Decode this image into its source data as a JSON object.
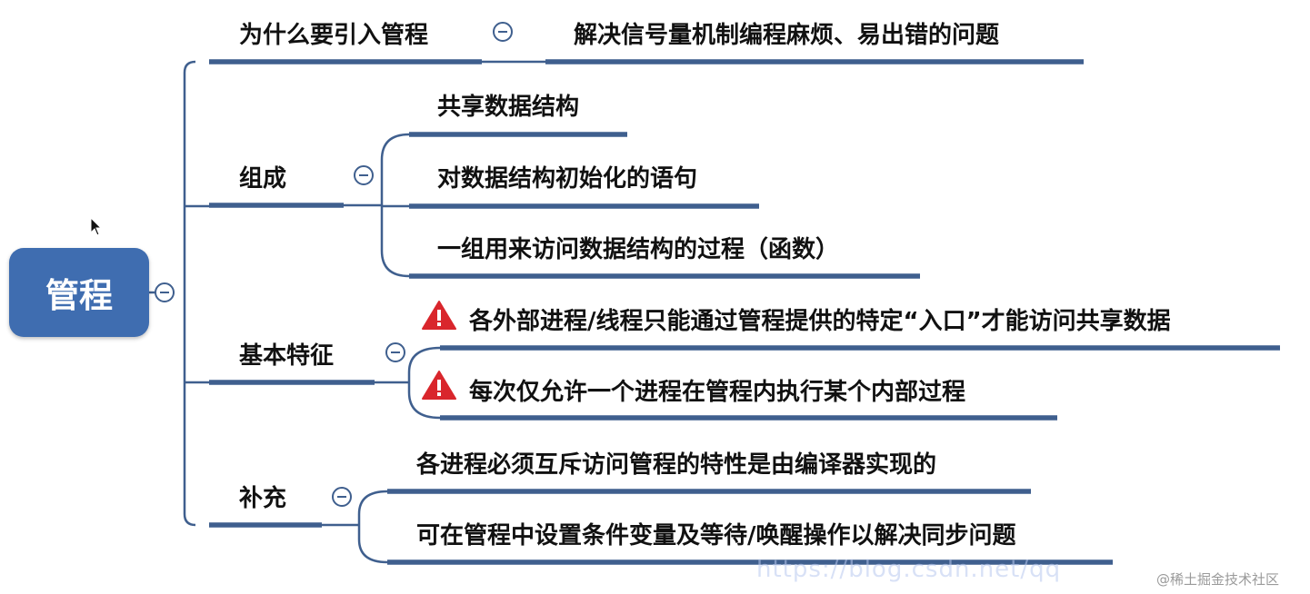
{
  "root": {
    "label": "管程"
  },
  "branches": [
    {
      "label": "为什么要引入管程",
      "children": [
        {
          "text": "解决信号量机制编程麻烦、易出错的问题"
        }
      ]
    },
    {
      "label": "组成",
      "children": [
        {
          "text": "共享数据结构"
        },
        {
          "text": "对数据结构初始化的语句"
        },
        {
          "text": "一组用来访问数据结构的过程（函数）"
        }
      ]
    },
    {
      "label": "基本特征",
      "children": [
        {
          "text": "各外部进程/线程只能通过管程提供的特定“入口”才能访问共享数据",
          "icon": "warning-icon"
        },
        {
          "text": "每次仅允许一个进程在管程内执行某个内部过程",
          "icon": "warning-icon"
        }
      ]
    },
    {
      "label": "补充",
      "children": [
        {
          "text": "各进程必须互斥访问管程的特性是由编译器实现的"
        },
        {
          "text": "可在管程中设置条件变量及等待/唤醒操作以解决同步问题"
        }
      ]
    }
  ],
  "watermark": {
    "url": "https://blog.csdn.net/qq",
    "site": "@稀土掘金技术社区"
  },
  "colors": {
    "root_fill": "#3f6db0",
    "connector": "#3f5f8e",
    "warning": "#d9262c"
  }
}
